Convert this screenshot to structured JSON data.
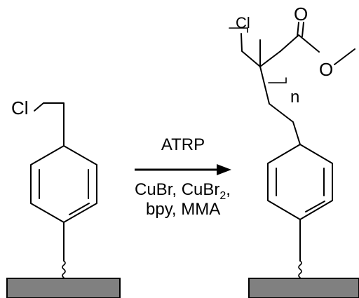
{
  "reactant": {
    "atom_label": "Cl"
  },
  "reaction": {
    "top_label": "ATRP",
    "reagents_line1_prefix": "CuBr, CuBr",
    "reagents_line1_subscript": "2",
    "reagents_line1_suffix": ",",
    "reagents_line2": "bpy, MMA"
  },
  "product": {
    "atom_label": "Cl",
    "carbonyl_oxygen": "O",
    "ester_oxygen": "O",
    "repeat_subscript": "n"
  },
  "colors": {
    "ink": "#000000",
    "surface_fill": "#808080",
    "surface_stroke": "#000000",
    "background": "#ffffff"
  }
}
